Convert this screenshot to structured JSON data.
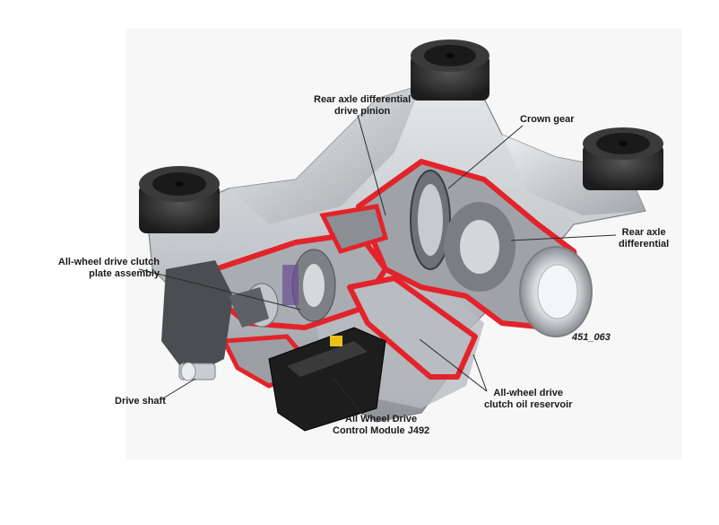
{
  "labels": {
    "pinion": [
      "Rear axle differential",
      "drive pinion"
    ],
    "crown": "Crown gear",
    "rear_diff": [
      "Rear axle",
      "differential"
    ],
    "clutch_plate": [
      "All-wheel drive clutch",
      "plate assembly"
    ],
    "drive_shaft": "Drive shaft",
    "control_module": [
      "All Wheel Drive",
      "Control Module J492"
    ],
    "oil_reservoir": [
      "All-wheel drive",
      "clutch oil reservoir"
    ]
  },
  "figure_number": "451_063",
  "colors": {
    "cutaway_red": "#e3232b",
    "housing": "#c9cdd1",
    "housing_dark": "#8e9297",
    "rubber": "#2b2b2b",
    "module": "#1d1d1d"
  }
}
